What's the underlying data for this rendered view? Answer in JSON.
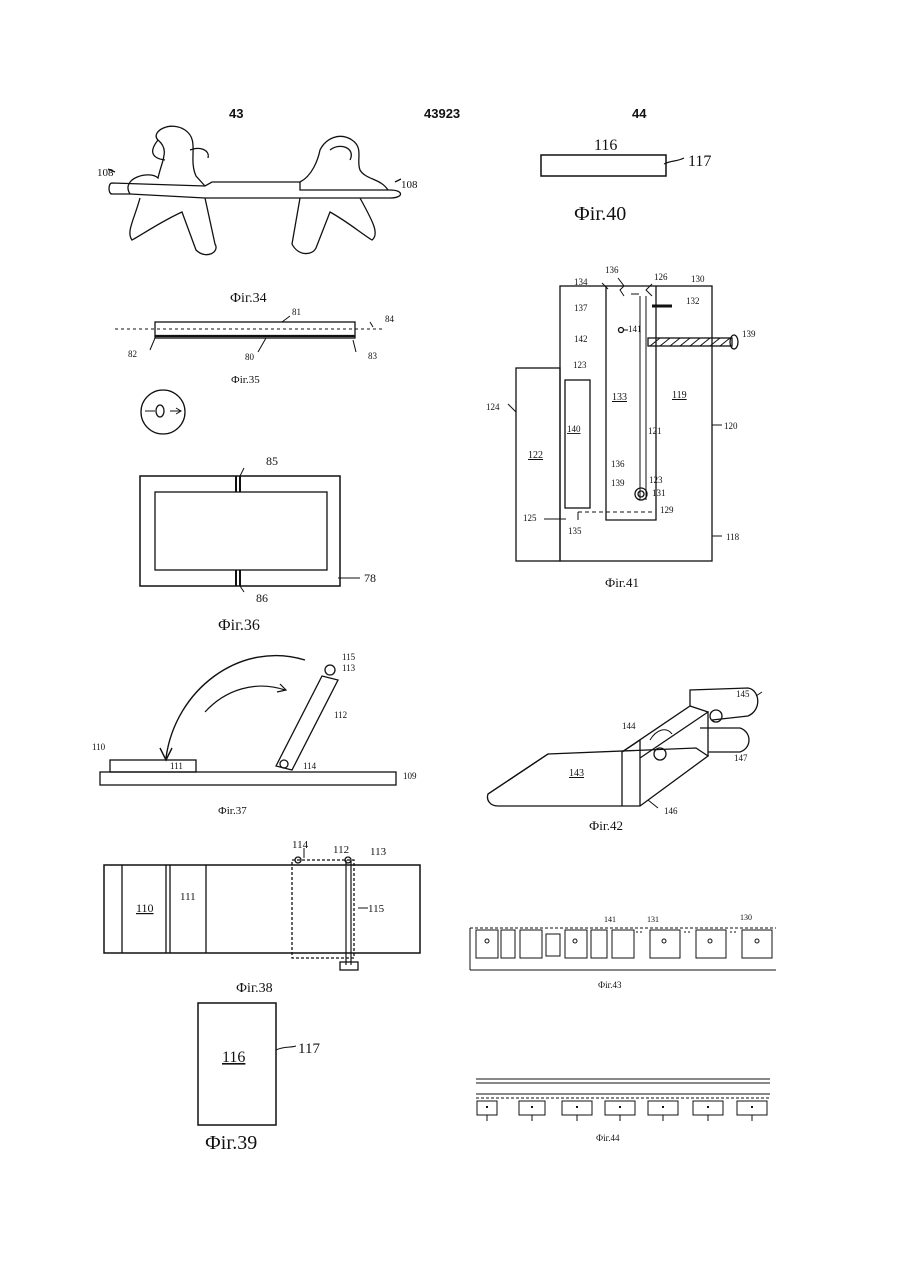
{
  "header": {
    "left_page": "43",
    "patent_number": "43923",
    "right_page": "44"
  },
  "figures": {
    "fig34": {
      "caption": "Фіг.34",
      "labels": [
        "108",
        "108"
      ]
    },
    "fig35": {
      "caption": "Фіг.35",
      "labels": [
        "81",
        "84",
        "82",
        "80",
        "83"
      ]
    },
    "fig36": {
      "caption": "Фіг.36",
      "labels": [
        "85",
        "78",
        "86"
      ]
    },
    "fig37": {
      "caption": "Фіг.37",
      "labels": [
        "115",
        "113",
        "112",
        "110",
        "111",
        "114",
        "109"
      ]
    },
    "fig38": {
      "caption": "Фіг.38",
      "labels": [
        "114",
        "112",
        "113",
        "110",
        "111",
        "115"
      ]
    },
    "fig39": {
      "caption": "Фіг.39",
      "labels": [
        "116",
        "117"
      ]
    },
    "fig40": {
      "caption": "Фіг.40",
      "labels": [
        "116",
        "117"
      ]
    },
    "fig41": {
      "caption": "Фіг.41",
      "labels": [
        "134",
        "136",
        "126",
        "130",
        "137",
        "132",
        "142",
        "141",
        "139",
        "123",
        "124",
        "133",
        "119",
        "140",
        "121",
        "120",
        "122",
        "136",
        "139",
        "123",
        "131",
        "125",
        "135",
        "129",
        "118"
      ]
    },
    "fig42": {
      "caption": "Фіг.42",
      "labels": [
        "145",
        "144",
        "147",
        "143",
        "146"
      ]
    },
    "fig43": {
      "caption": "Фіг.43",
      "labels": [
        "141",
        "131",
        "130"
      ]
    },
    "fig44": {
      "caption": "Фіг.44",
      "labels": []
    }
  }
}
